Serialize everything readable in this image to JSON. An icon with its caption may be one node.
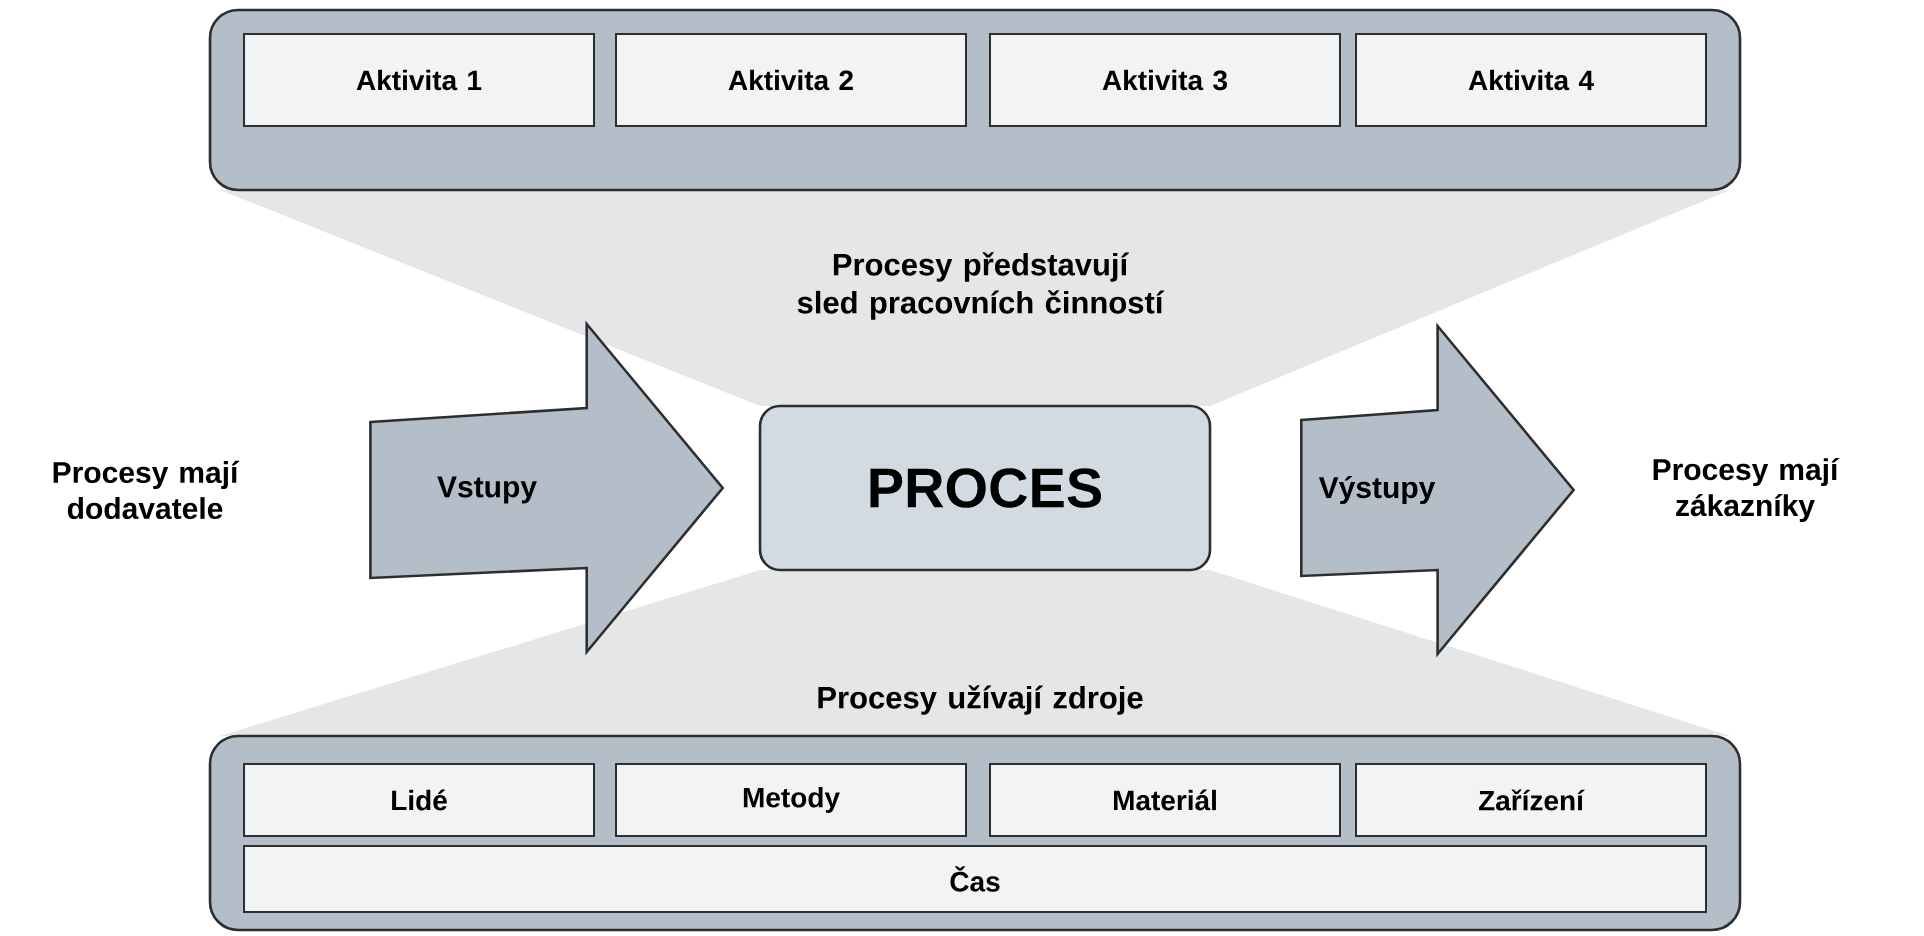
{
  "diagram": {
    "nodes": [
      {
        "text": [],
        "shape": "box"
      },
      {
        "text": [
          "Aktivita 1"
        ],
        "in": 0
      },
      {
        "text": [
          "Aktivita 2"
        ],
        "in": 0
      },
      {
        "text": [
          "Aktivita 3"
        ],
        "in": 0
      },
      {
        "text": [
          "Aktivita 4"
        ],
        "in": 0
      },
      {
        "text": [
          "Procesy mají dodavatele"
        ]
      },
      {
        "text": [
          "PROCES"
        ]
      },
      {
        "text": [
          "Procesy mají zákazníky"
        ]
      },
      {
        "text": [],
        "shape": "box"
      },
      {
        "text": [
          "Lidé"
        ],
        "in": 8
      },
      {
        "text": [
          "Metody"
        ],
        "in": 8
      },
      {
        "text": [
          "Materiál"
        ],
        "in": 8
      },
      {
        "text": [
          "Zařízení"
        ],
        "in": 8
      },
      {
        "text": [
          "Čas"
        ],
        "in": 8
      }
    ],
    "edges": [
      {
        "from": 5,
        "to": 6,
        "arrow": "to",
        "label": "Vstupy"
      },
      {
        "from": 6,
        "to": 7,
        "arrow": "to",
        "label": "Výstupy"
      }
    ],
    "labels": [
      "Procesy představují sled pracovních činností",
      "Procesy užívají zdroje"
    ]
  }
}
